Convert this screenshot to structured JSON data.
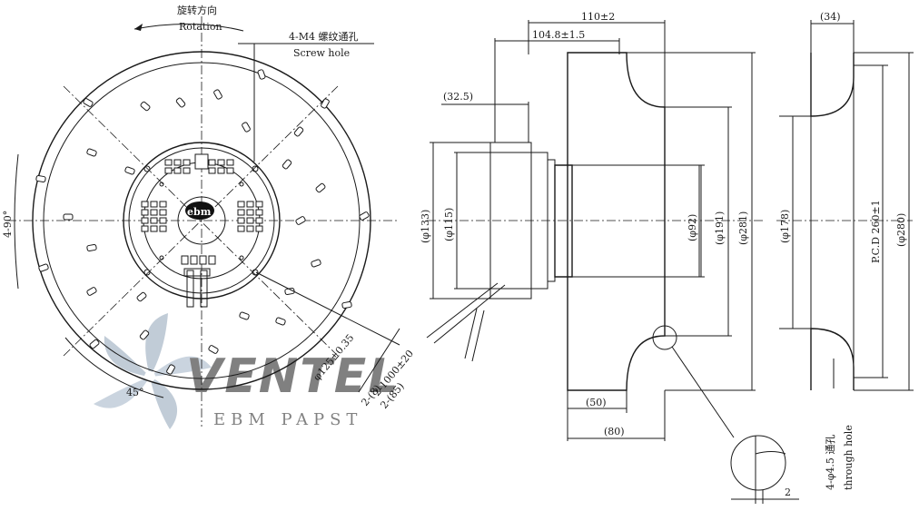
{
  "front_view": {
    "rotation_cn": "旋转方向",
    "rotation_en": "Rotation",
    "screw_cn": "4-M4 螺纹通孔",
    "screw_en": "Screw hole",
    "angle_90": "4-90°",
    "angle_45": "45°",
    "pcd": "φ125±0.35",
    "cable_len": "2-1000±20",
    "cable_8": "2-(8)",
    "cable_85": "2-(85)",
    "logo": "ebm"
  },
  "side_view": {
    "d110": "110±2",
    "d104": "104.8±1.5",
    "d32": "(32.5)",
    "d133": "(φ133)",
    "d115": "(φ115)",
    "d92": "(φ92)",
    "d191": "(φ191)",
    "d281": "(φ281)",
    "d50": "(50)",
    "d80": "(80)"
  },
  "ring_view": {
    "d34": "(34)",
    "d178": "(φ178)",
    "pcd260": "P.C.D 260±1",
    "d280": "(φ280)",
    "hole_cn": "4-φ4.5 通孔",
    "hole_en": "through hole",
    "d2": "2"
  },
  "watermark": {
    "brand": "VENTEL",
    "tagline": "EBM PAPST"
  }
}
